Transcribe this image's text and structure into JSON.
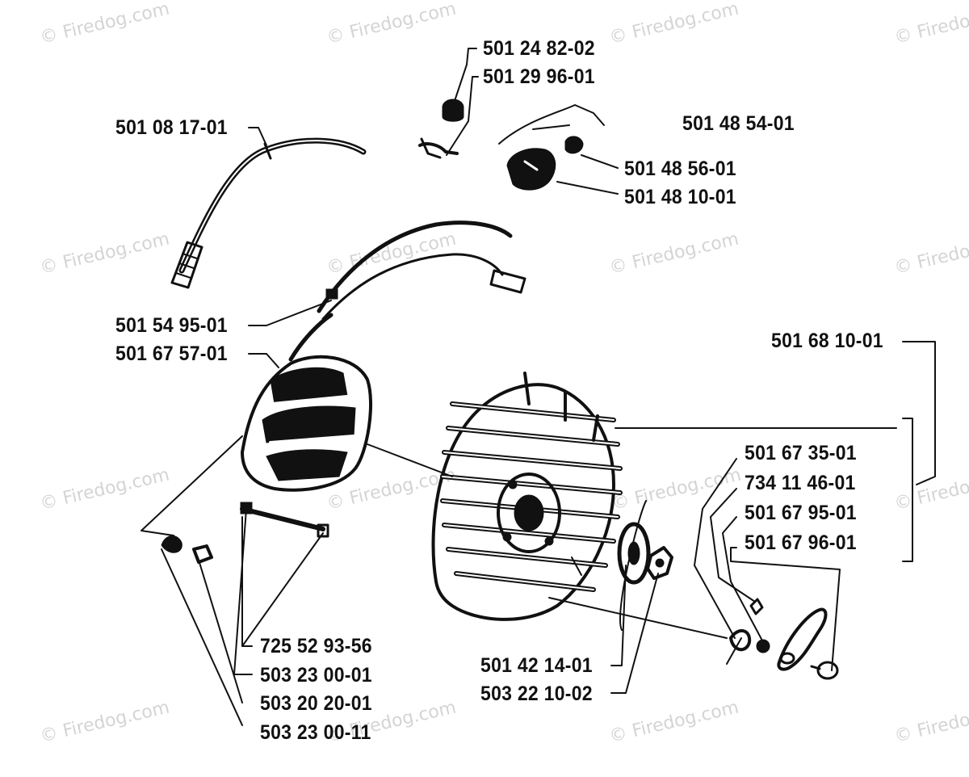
{
  "watermark": "© Firedog.com",
  "part_numbers": {
    "p1": "501 24 82-02",
    "p2": "501 29 96-01",
    "p3": "501 08 17-01",
    "p4": "501 48 54-01",
    "p5": "501 48 56-01",
    "p6": "501 48 10-01",
    "p7": "501 54 95-01",
    "p8": "501 67 57-01",
    "p9": "501 68 10-01",
    "p10": "501 67 35-01",
    "p11": "734 11 46-01",
    "p12": "501 67 95-01",
    "p13": "501 67 96-01",
    "p14": "725 52 93-56",
    "p15": "503 23 00-01",
    "p16": "503 20 20-01",
    "p17": "503 23 00-11",
    "p18": "501 42 14-01",
    "p19": "503 22 10-02"
  },
  "colors": {
    "ink": "#111111",
    "watermark": "#d4d4d4"
  }
}
